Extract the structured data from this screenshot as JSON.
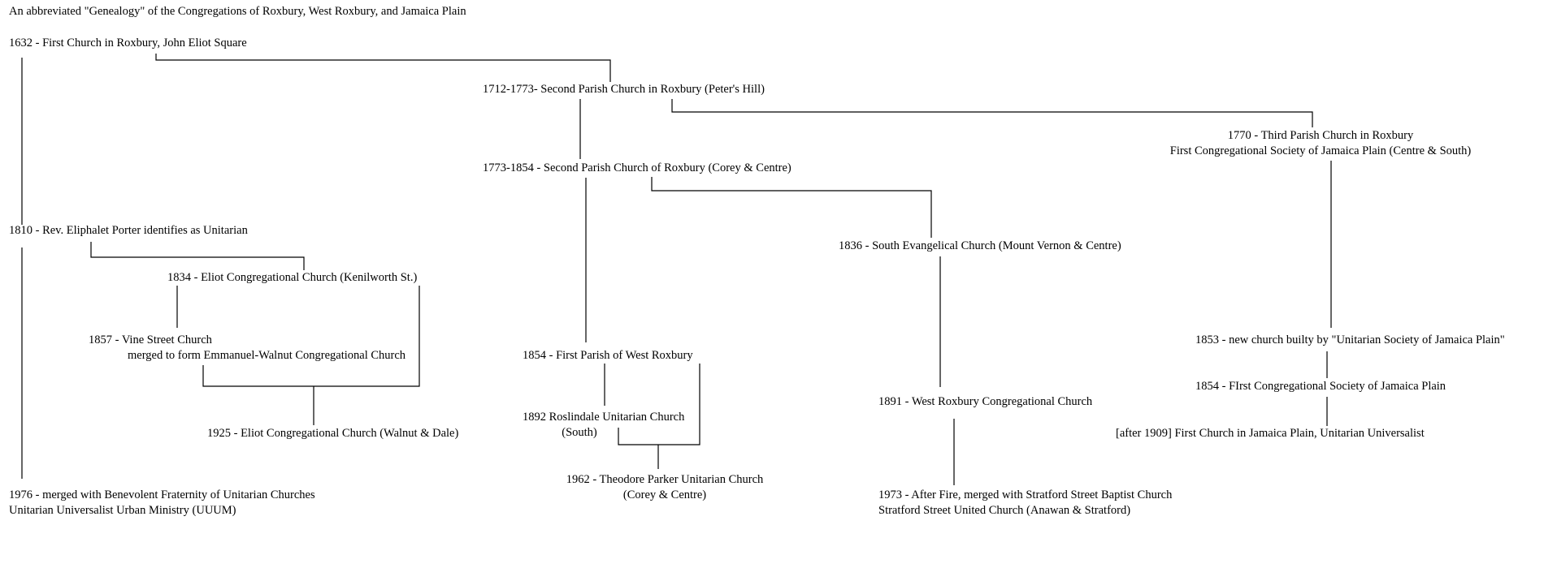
{
  "title": "An abbreviated \"Genealogy\" of the Congregations of Roxbury, West Roxbury, and Jamaica Plain",
  "nodes": {
    "first_church": [
      "1632 - First Church in Roxbury, John Eliot Square"
    ],
    "second_parish_1712": [
      "1712-1773- Second Parish Church in Roxbury (Peter's Hill)"
    ],
    "third_parish": [
      "1770 - Third Parish Church in Roxbury",
      "First Congregational Society of Jamaica Plain (Centre & South)"
    ],
    "second_parish_1773": [
      "1773-1854 - Second Parish Church of Roxbury (Corey & Centre)"
    ],
    "porter_1810": [
      "1810 - Rev. Eliphalet Porter identifies as Unitarian"
    ],
    "south_evangelical": [
      "1836 - South Evangelical Church (Mount Vernon & Centre)"
    ],
    "eliot_1834": [
      "1834 - Eliot Congregational Church (Kenilworth St.)"
    ],
    "vine_street": [
      "1857 - Vine Street Church"
    ],
    "emmanuel_walnut": [
      "merged to form Emmanuel-Walnut Congregational Church"
    ],
    "first_parish_wr": [
      "1854 - First Parish of West Roxbury"
    ],
    "unitarian_society_1853": [
      "1853 - new church builty by \"Unitarian Society of Jamaica Plain\""
    ],
    "first_cong_1854": [
      "1854 - FIrst Congregational Society of Jamaica Plain"
    ],
    "roslindale": [
      "1892 Roslindale Unitarian Church",
      "(South)"
    ],
    "wr_congregational": [
      "1891 - West Roxbury Congregational Church"
    ],
    "eliot_1925": [
      "1925 - Eliot Congregational Church (Walnut & Dale)"
    ],
    "first_church_jp": [
      "[after 1909] First Church in Jamaica Plain, Unitarian Universalist"
    ],
    "theodore_parker": [
      "1962 - Theodore Parker Unitarian Church",
      "(Corey & Centre)"
    ],
    "uuum_1976": [
      "1976 - merged with Benevolent Fraternity of Unitarian Churches",
      "Unitarian Universalist Urban Ministry (UUUM)"
    ],
    "stratford_1973": [
      "1973 - After Fire, merged with Stratford Street Baptist Church",
      "Stratford Street United Church (Anawan & Stratford)"
    ]
  }
}
